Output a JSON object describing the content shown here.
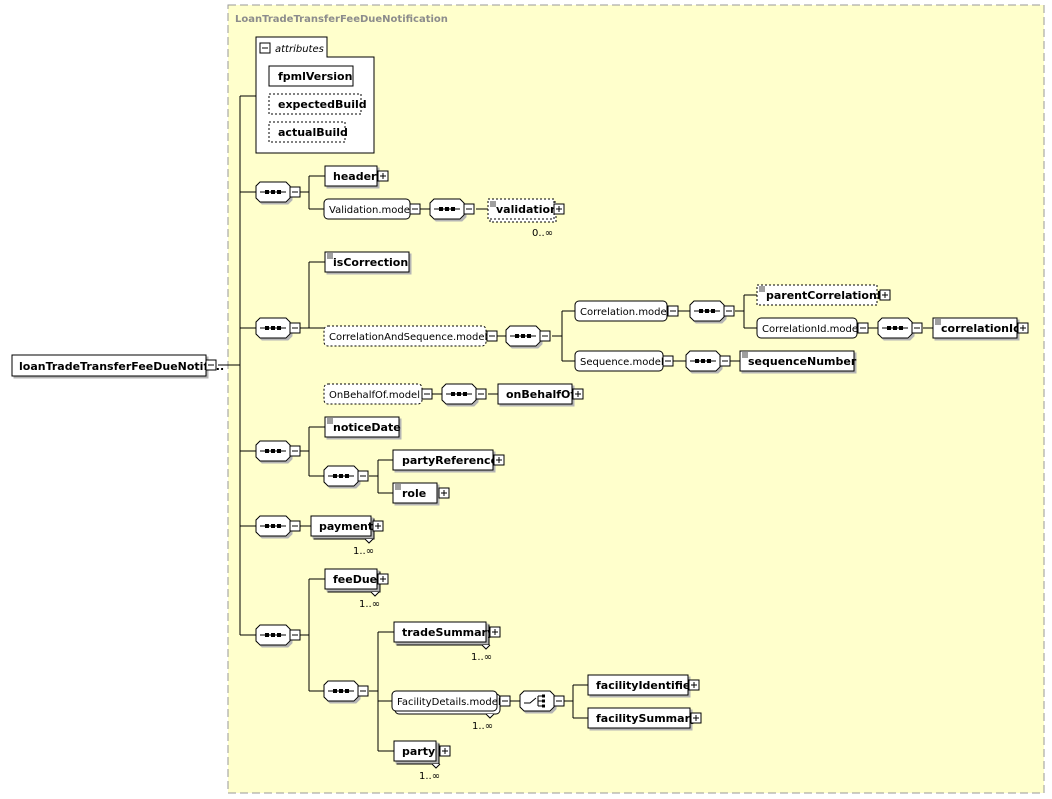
{
  "diagram": {
    "container_title": "LoanTradeTransferFeeDueNotification",
    "root": "loanTradeTransferFeeDueNotifi...",
    "attributes_label": "attributes",
    "attributes": [
      "fpmlVersion",
      "expectedBuild",
      "actualBuild"
    ],
    "elements": {
      "header": "header",
      "validation_model": "Validation.model",
      "validation": "validation",
      "validation_card": "0..∞",
      "isCorrection": "isCorrection",
      "corr_seq_model": "CorrelationAndSequence.model",
      "correlation_model": "Correlation.model",
      "parentCorrelationId": "parentCorrelationId",
      "correlationId_model": "CorrelationId.model",
      "correlationId": "correlationId",
      "sequence_model": "Sequence.model",
      "sequenceNumber": "sequenceNumber",
      "onBehalfOf_model": "OnBehalfOf.model",
      "onBehalfOf": "onBehalfOf",
      "noticeDate": "noticeDate",
      "partyReference": "partyReference",
      "role": "role",
      "payment": "payment",
      "payment_card": "1..∞",
      "feeDue": "feeDue",
      "feeDue_card": "1..∞",
      "tradeSummary": "tradeSummary",
      "tradeSummary_card": "1..∞",
      "facilityDetails_model": "FacilityDetails.model",
      "facilityDetails_card": "1..∞",
      "facilityIdentifier": "facilityIdentifier",
      "facilitySummary": "facilitySummary",
      "party": "party",
      "party_card": "1..∞"
    }
  },
  "colors": {
    "container_fill": "#ffffcc",
    "container_border": "#999999",
    "title_text": "#8c8c8c",
    "line": "#000000"
  }
}
